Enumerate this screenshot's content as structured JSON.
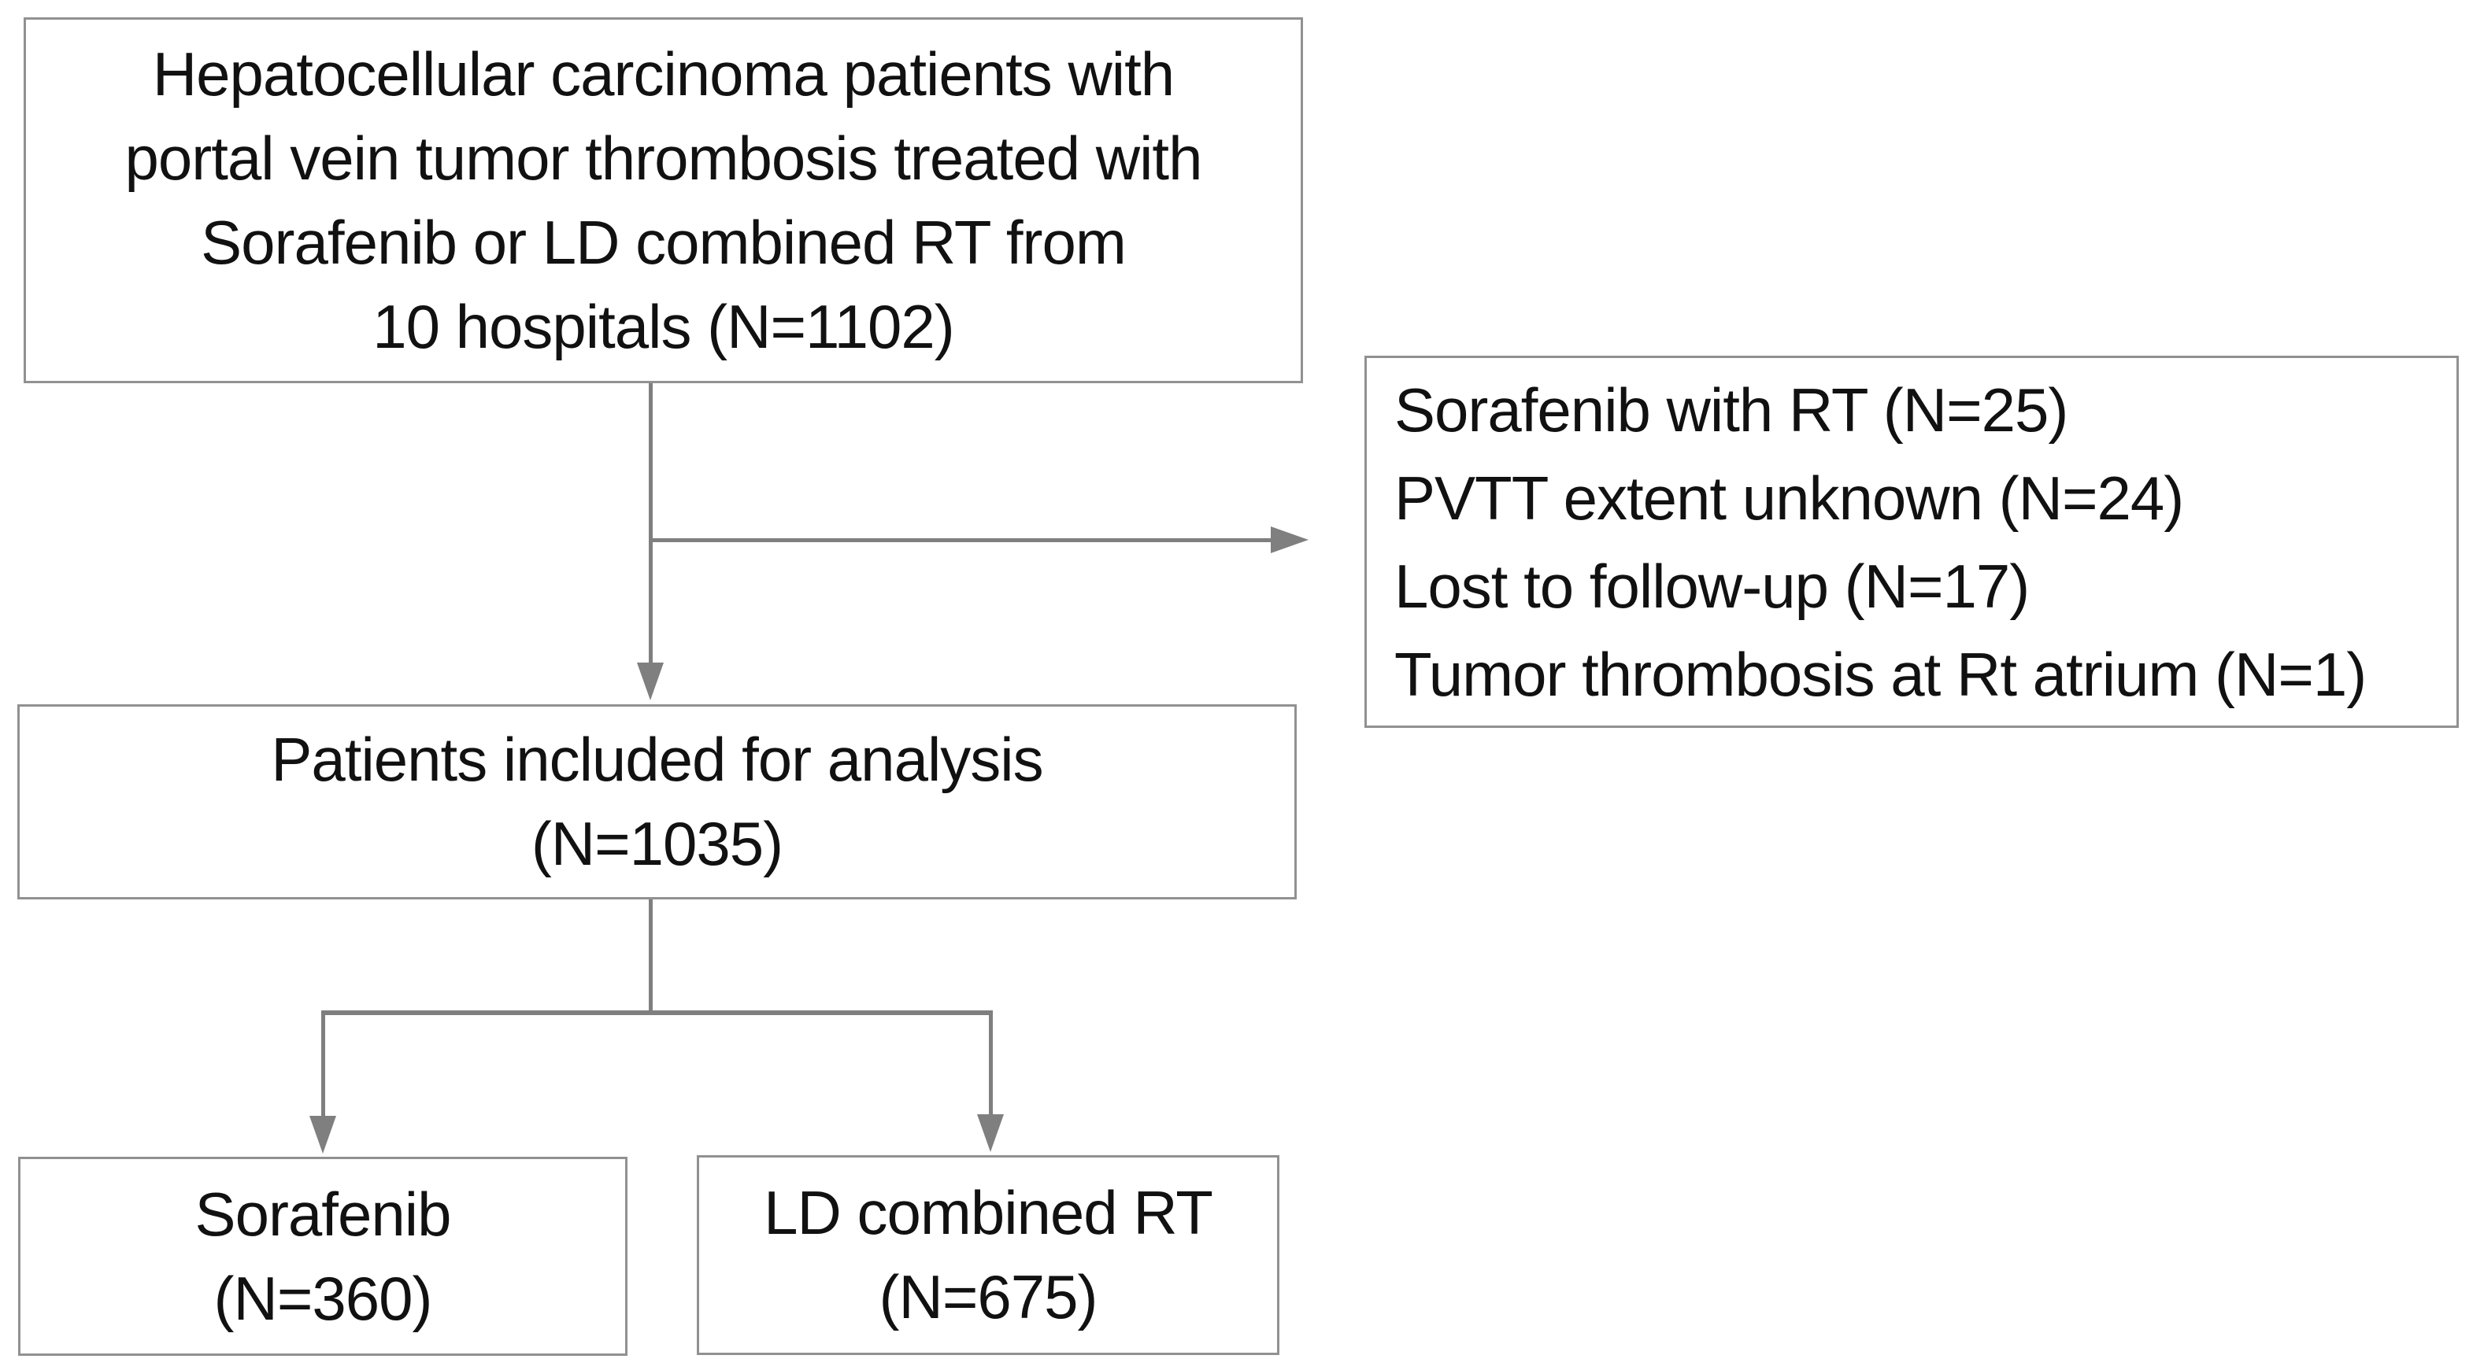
{
  "flowchart": {
    "boxes": {
      "source": {
        "lines": [
          "Hepatocellular carcinoma patients with",
          "portal vein tumor thrombosis treated with",
          "Sorafenib or LD combined RT from",
          "10 hospitals (N=1102)"
        ],
        "n": 1102
      },
      "excluded": {
        "lines": [
          "Sorafenib with RT (N=25)",
          "PVTT extent unknown (N=24)",
          "Lost to follow-up (N=17)",
          "Tumor thrombosis at Rt atrium (N=1)"
        ],
        "counts": [
          25,
          24,
          17,
          1
        ]
      },
      "included": {
        "lines": [
          "Patients included for analysis",
          "(N=1035)"
        ],
        "n": 1035
      },
      "sorafenib_arm": {
        "lines": [
          "Sorafenib",
          "(N=360)"
        ],
        "n": 360
      },
      "ld_rt_arm": {
        "lines": [
          "LD combined RT",
          "(N=675)"
        ],
        "n": 675
      }
    },
    "colors": {
      "connector": "#7f7f7f",
      "box_border": "#919191",
      "text": "#111111",
      "background": "#ffffff"
    }
  }
}
